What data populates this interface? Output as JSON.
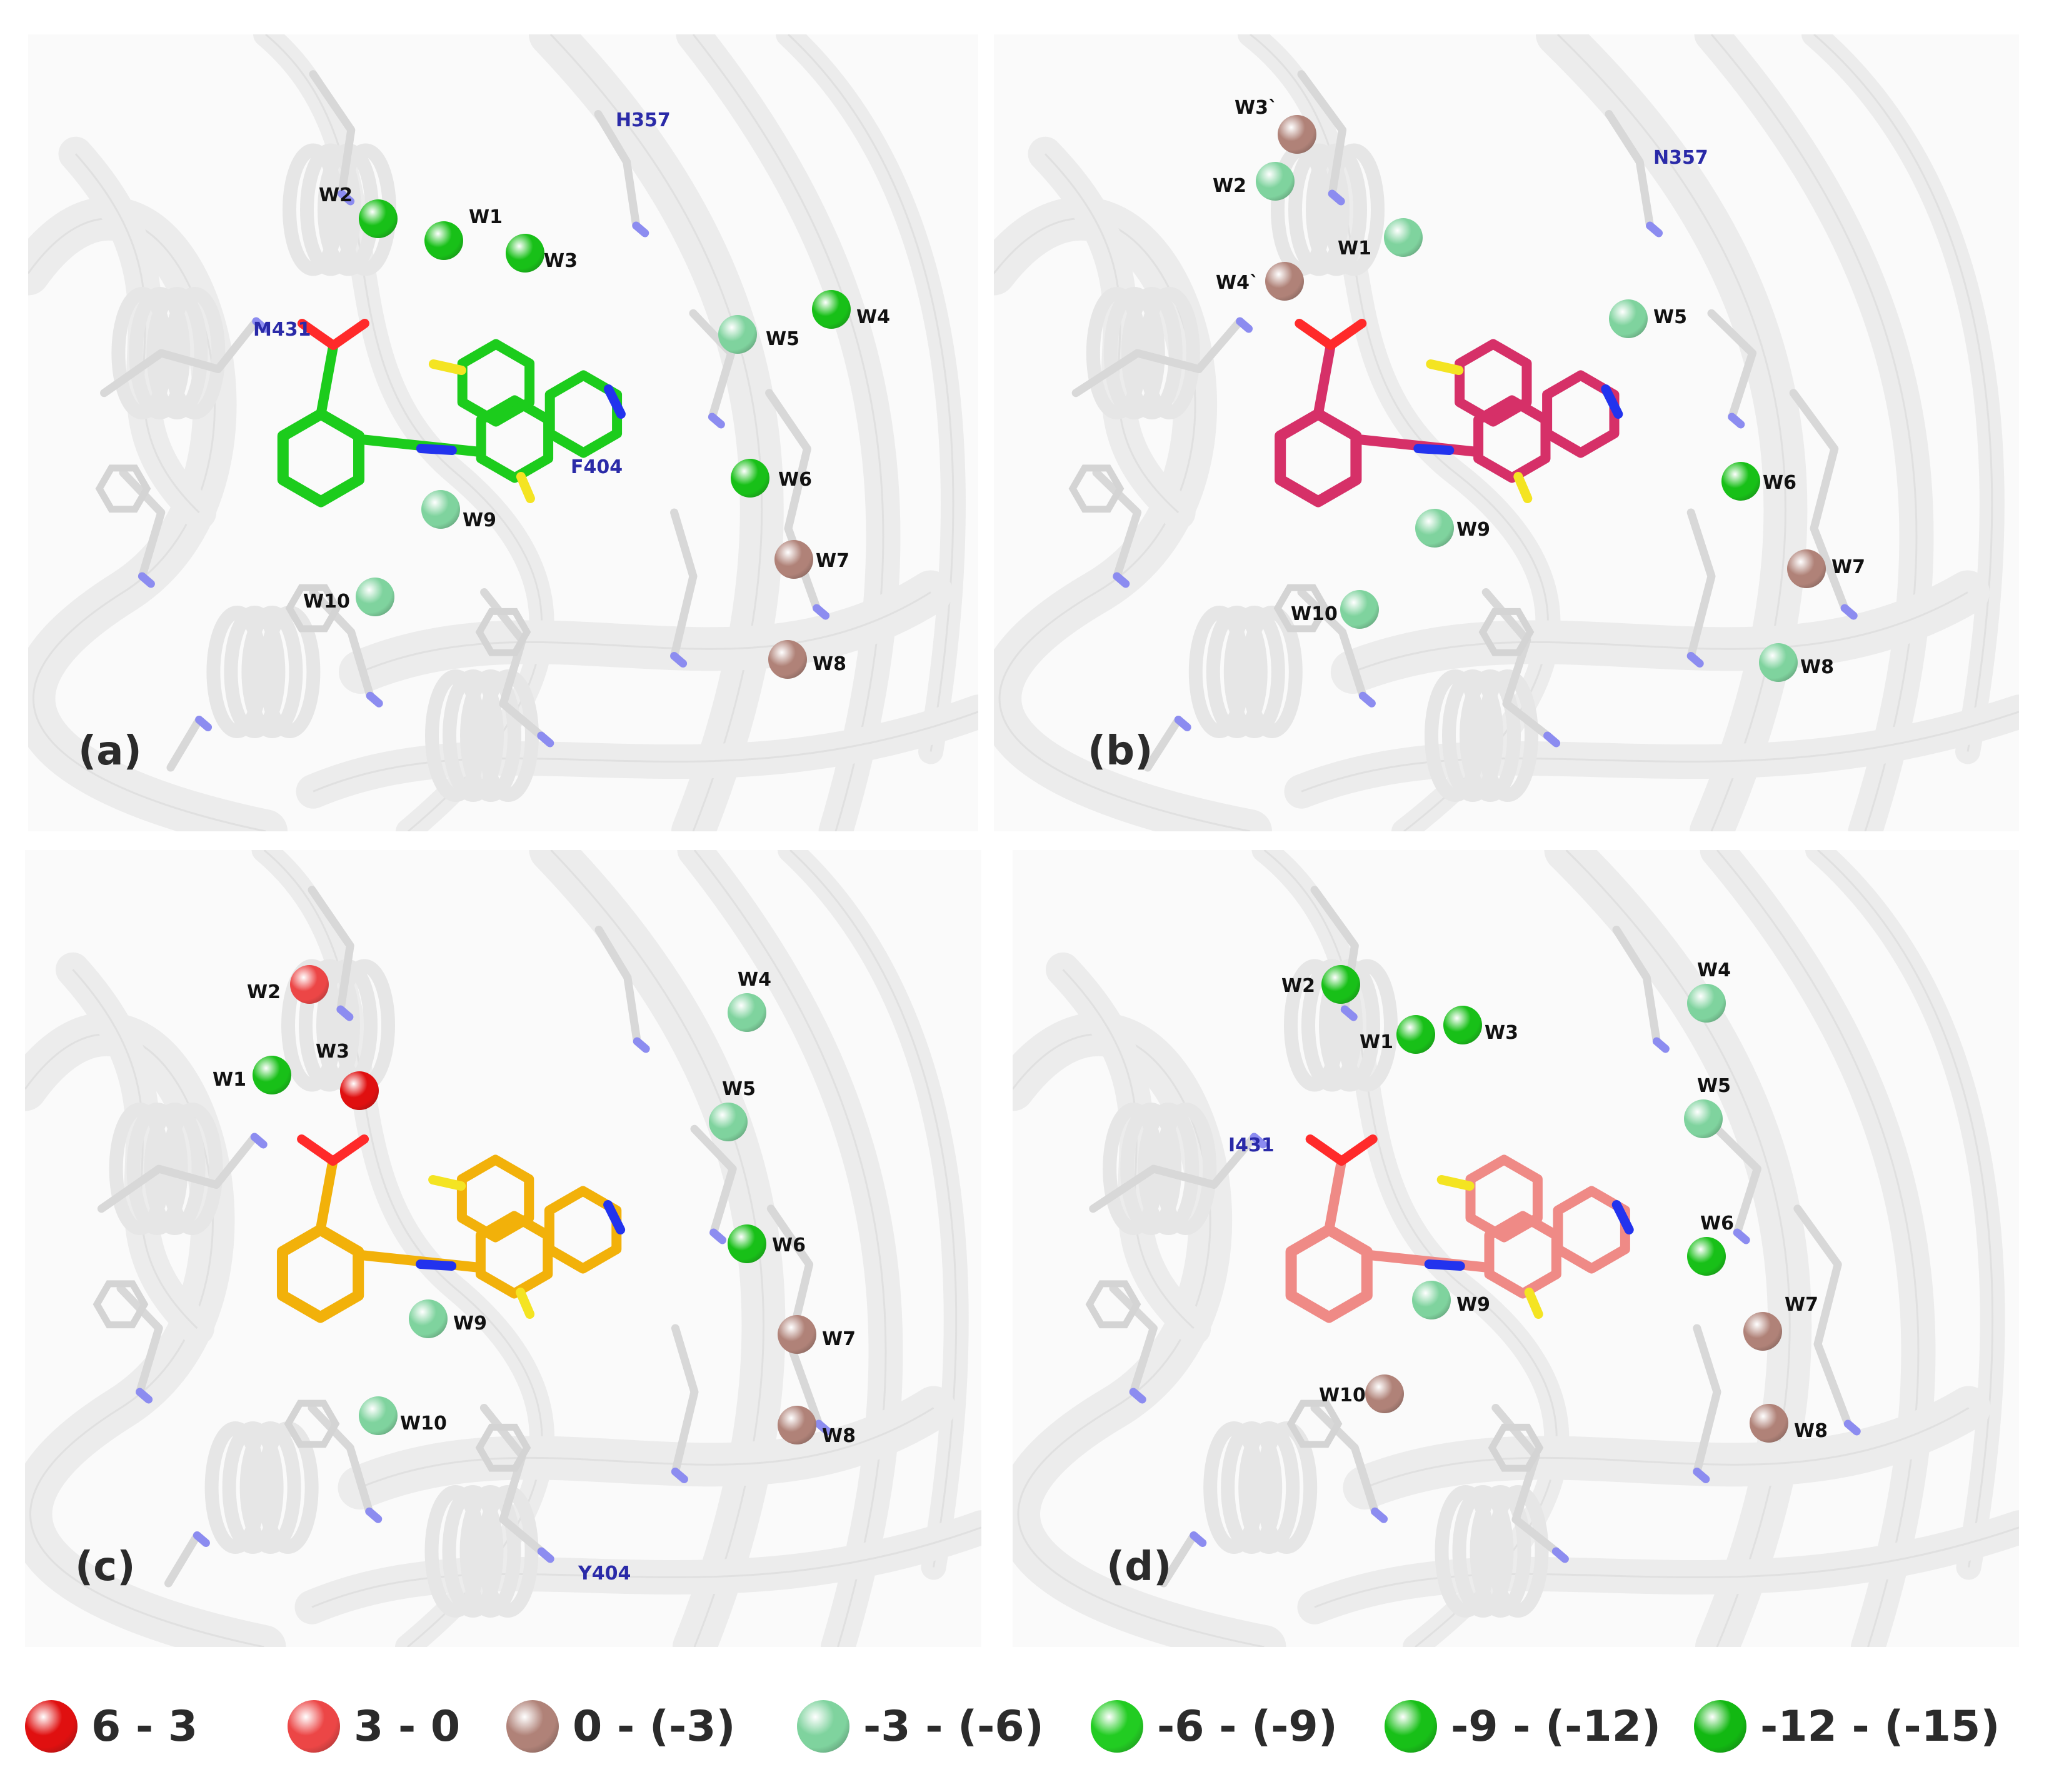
{
  "panels": [
    {
      "label": "(a)",
      "ligand_color": "#1ccc1c",
      "residues": [
        "H357",
        "M431",
        "F404"
      ],
      "waters": [
        {
          "name": "W1",
          "bin": 5
        },
        {
          "name": "W2",
          "bin": 5
        },
        {
          "name": "W3",
          "bin": 5
        },
        {
          "name": "W4",
          "bin": 5
        },
        {
          "name": "W5",
          "bin": 3
        },
        {
          "name": "W6",
          "bin": 5
        },
        {
          "name": "W7",
          "bin": 2
        },
        {
          "name": "W8",
          "bin": 2
        },
        {
          "name": "W9",
          "bin": 3
        },
        {
          "name": "W10",
          "bin": 3
        }
      ]
    },
    {
      "label": "(b)",
      "ligand_color": "#d63068",
      "residues": [
        "N357"
      ],
      "waters": [
        {
          "name": "W3`",
          "bin": 2
        },
        {
          "name": "W2",
          "bin": 3
        },
        {
          "name": "W1",
          "bin": 3
        },
        {
          "name": "W4`",
          "bin": 2
        },
        {
          "name": "W5",
          "bin": 3
        },
        {
          "name": "W6",
          "bin": 5
        },
        {
          "name": "W7",
          "bin": 2
        },
        {
          "name": "W8",
          "bin": 3
        },
        {
          "name": "W9",
          "bin": 3
        },
        {
          "name": "W10",
          "bin": 3
        }
      ]
    },
    {
      "label": "(c)",
      "ligand_color": "#f2b10a",
      "residues": [
        "Y404"
      ],
      "waters": [
        {
          "name": "W2",
          "bin": 1
        },
        {
          "name": "W1",
          "bin": 5
        },
        {
          "name": "W3",
          "bin": 0
        },
        {
          "name": "W4",
          "bin": 3
        },
        {
          "name": "W5",
          "bin": 3
        },
        {
          "name": "W6",
          "bin": 5
        },
        {
          "name": "W7",
          "bin": 2
        },
        {
          "name": "W8",
          "bin": 2
        },
        {
          "name": "W9",
          "bin": 3
        },
        {
          "name": "W10",
          "bin": 3
        }
      ]
    },
    {
      "label": "(d)",
      "ligand_color": "#ef8a86",
      "residues": [
        "I431"
      ],
      "waters": [
        {
          "name": "W2",
          "bin": 5
        },
        {
          "name": "W1",
          "bin": 5
        },
        {
          "name": "W3",
          "bin": 5
        },
        {
          "name": "W4",
          "bin": 3
        },
        {
          "name": "W5",
          "bin": 3
        },
        {
          "name": "W6",
          "bin": 5
        },
        {
          "name": "W7",
          "bin": 2
        },
        {
          "name": "W8",
          "bin": 2
        },
        {
          "name": "W9",
          "bin": 3
        },
        {
          "name": "W10",
          "bin": 2
        }
      ]
    }
  ],
  "legend": [
    {
      "label": "6 - 3",
      "color": "#e01010"
    },
    {
      "label": "3 - 0",
      "color": "#ec4646"
    },
    {
      "label": "0 - (-3)",
      "color": "#b08278"
    },
    {
      "label": "-3 - (-6)",
      "color": "#7fd39e"
    },
    {
      "label": "-6 - (-9)",
      "color": "#22cc22"
    },
    {
      "label": "-9 - (-12)",
      "color": "#18c018"
    },
    {
      "label": "-12 - (-15)",
      "color": "#12b812"
    }
  ]
}
